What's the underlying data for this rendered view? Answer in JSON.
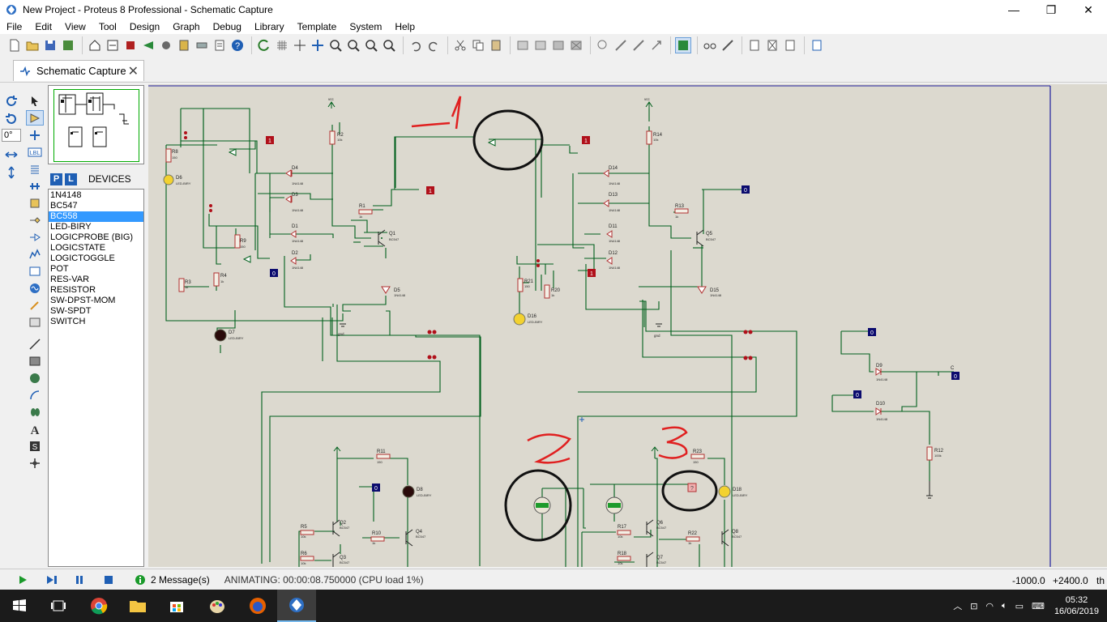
{
  "window": {
    "title": "New Project - Proteus 8 Professional - Schematic Capture",
    "minimize": "—",
    "maximize": "❐",
    "close": "✕"
  },
  "menu": [
    "File",
    "Edit",
    "View",
    "Tool",
    "Design",
    "Graph",
    "Debug",
    "Library",
    "Template",
    "System",
    "Help"
  ],
  "tab": {
    "label": "Schematic Capture",
    "close": "✕"
  },
  "rotation": {
    "value": "0°"
  },
  "devices": {
    "p_label": "P",
    "l_label": "L",
    "title": "DEVICES",
    "items": [
      "1N4148",
      "BC547",
      "BC558",
      "LED-BIRY",
      "LOGICPROBE (BIG)",
      "LOGICSTATE",
      "LOGICTOGGLE",
      "POT",
      "RES-VAR",
      "RESISTOR",
      "SW-DPST-MOM",
      "SW-SPDT",
      "SWITCH"
    ],
    "selected_index": 2
  },
  "schematic": {
    "annotations": [
      "1",
      "2",
      "3"
    ],
    "colors": {
      "wire": "#00601c",
      "background": "#dcd9cf",
      "annotation": "#e02020",
      "circle": "#111111",
      "logic_high": "#b00000",
      "logic_low": "#0b0b6e"
    },
    "labels": {
      "vcc": "vcc",
      "gnd": "gnd",
      "r1": "R1",
      "r2": "R2",
      "r3": "R3",
      "r4": "R4",
      "r5": "R5",
      "r6": "R6",
      "r8": "R8",
      "r9": "R9",
      "r10": "R10",
      "r11": "R11",
      "r12": "R12",
      "r13": "R13",
      "r14": "R14",
      "r17": "R17",
      "r18": "R18",
      "r20": "R20",
      "r21": "R21",
      "r22": "R22",
      "r23": "R23",
      "d1": "D1",
      "d2": "D2",
      "d3": "D3",
      "d4": "D4",
      "d5": "D5",
      "d6": "D6",
      "d7": "D7",
      "d8": "D8",
      "d9": "D9",
      "d10": "D10",
      "d11": "D11",
      "d12": "D12",
      "d13": "D13",
      "d14": "D14",
      "d15": "D15",
      "d16": "D16",
      "d18": "D18",
      "q1": "Q1",
      "q2": "Q2",
      "q3": "Q3",
      "q4": "Q4",
      "q5": "Q5",
      "q6": "Q6",
      "q7": "Q7",
      "q8": "Q8",
      "bc547": "BC547",
      "in4148": "1N4148",
      "ledbiry": "LED-BIRY",
      "c": "C",
      "v10k": "10k",
      "v150": "150",
      "v1k": "1k",
      "v100k": "100k",
      "s0": "0",
      "s1": "1",
      "unknown": "?"
    }
  },
  "status": {
    "messages": "2 Message(s)",
    "animating": "ANIMATING: 00:00:08.750000 (CPU load 1%)",
    "coord_x": "-1000.0",
    "coord_y": "+2400.0",
    "unit": "th"
  },
  "taskbar": {
    "time": "05:32",
    "date": "16/06/2019"
  }
}
